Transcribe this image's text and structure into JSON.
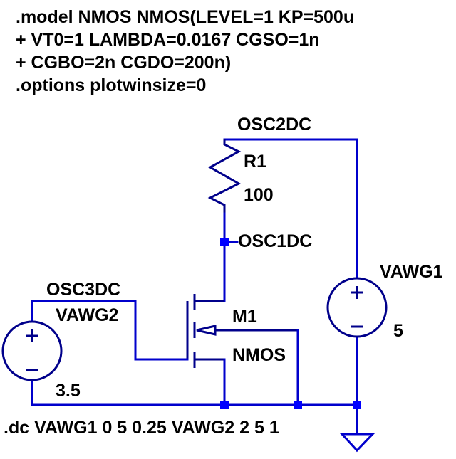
{
  "directives": {
    "model_line1": ".model NMOS NMOS(LEVEL=1 KP=500u",
    "model_line2": "+ VT0=1 LAMBDA=0.0167 CGSO=1n",
    "model_line3": "+ CGBO=2n CGDO=200n)",
    "options": ".options plotwinsize=0",
    "dc_sweep": ".dc VAWG1 0 5 0.25 VAWG2 2 5 1"
  },
  "nets": {
    "osc1": "OSC1DC",
    "osc2": "OSC2DC",
    "osc3": "OSC3DC"
  },
  "components": {
    "resistor": {
      "name": "R1",
      "value": "100"
    },
    "mosfet": {
      "name": "M1",
      "model": "NMOS"
    },
    "vsource1": {
      "name": "VAWG1",
      "value": "5"
    },
    "vsource2": {
      "name": "VAWG2",
      "value": "3.5"
    }
  },
  "colors": {
    "wire": "#0000cc",
    "symbol": "#00008b",
    "junction": "#0000ff",
    "text": "#000000"
  }
}
